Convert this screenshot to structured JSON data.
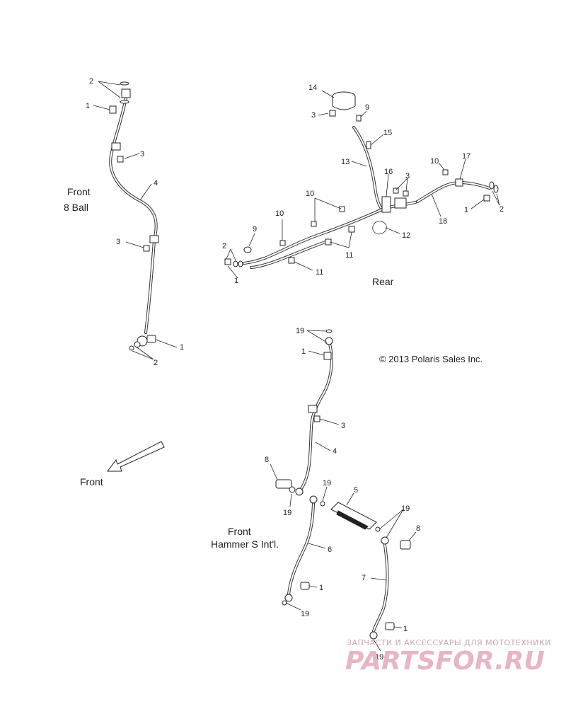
{
  "captions": {
    "front_8ball_line1": "Front",
    "front_8ball_line2": "8 Ball",
    "rear": "Rear",
    "copyright": "© 2013 Polaris Sales Inc.",
    "front_arrow": "Front",
    "front_hammer_line1": "Front",
    "front_hammer_line2": "Hammer S Int'l."
  },
  "callouts": {
    "c1": "1",
    "c2": "2",
    "c3": "3",
    "c4": "4",
    "c5": "5",
    "c6": "6",
    "c7": "7",
    "c8": "8",
    "c9": "9",
    "c10": "10",
    "c11": "11",
    "c12": "12",
    "c13": "13",
    "c14": "14",
    "c15": "15",
    "c16": "16",
    "c17": "17",
    "c18": "18",
    "c19": "19"
  },
  "watermark": {
    "tagline": "ЗАПЧАСТИ И АКСЕССУАРЫ ДЛЯ МОТОТЕХНИКИ",
    "logo": "PARTSFOR.RU"
  }
}
